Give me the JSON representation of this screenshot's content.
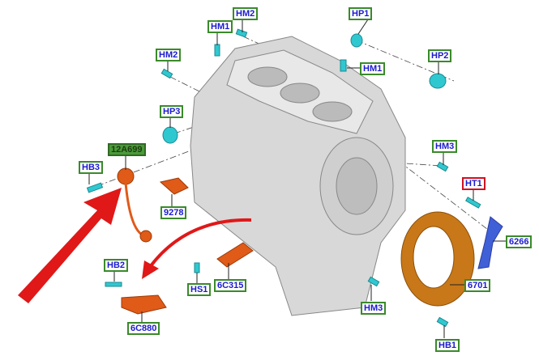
{
  "labels": {
    "hm2_top": "HM2",
    "hp1": "HP1",
    "hm1_top": "HM1",
    "hm2_left": "HM2",
    "hm1_right": "HM1",
    "hp2": "HP2",
    "hp3": "HP3",
    "p12a699": "12A699",
    "hb3": "HB3",
    "hm3_right": "HM3",
    "ht1": "HT1",
    "p9278": "9278",
    "p6266": "6266",
    "hb2": "HB2",
    "hs1": "HS1",
    "p6c315": "6C315",
    "p6701": "6701",
    "hm3_bottom": "HM3",
    "p6c880": "6C880",
    "hb1": "HB1"
  },
  "colors": {
    "label_border": "#3a8a2a",
    "label_text": "#1a1ad0",
    "highlight_label": "#4a9a3a",
    "ht1_border": "#d01020",
    "pointer_arrow": "#e01818",
    "sensor": "#e05a18",
    "bolt": "#30c8d0",
    "seal": "#c87818",
    "bracket": "#4060d8",
    "block": "#d8d8d8"
  }
}
